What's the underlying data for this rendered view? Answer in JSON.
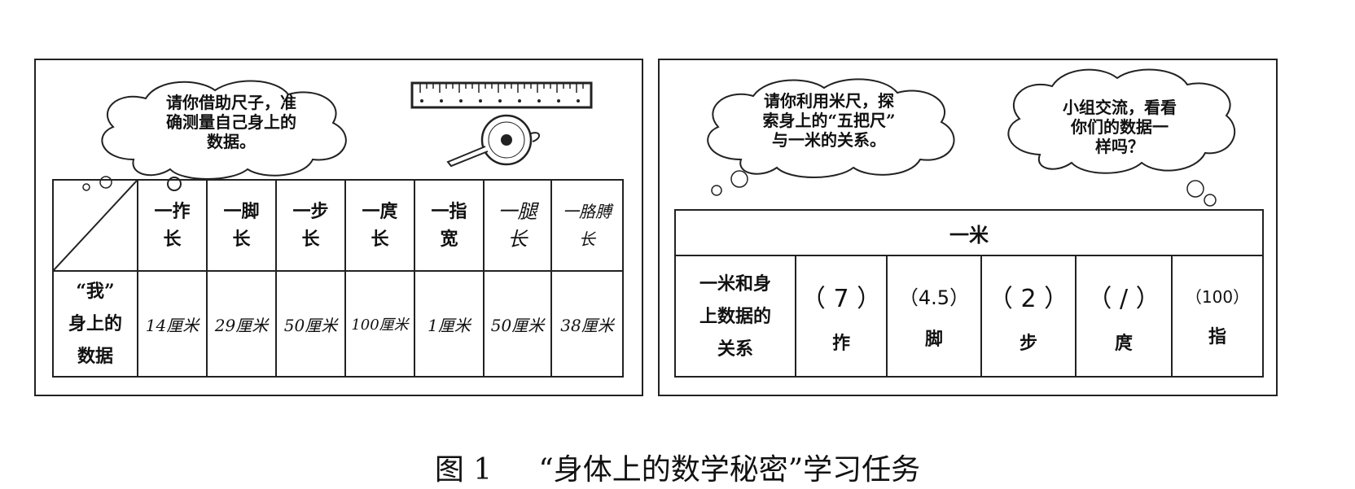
{
  "left_panel": {
    "speech": [
      "请你借助尺子，准",
      "确测量自己身上的",
      "数据。"
    ],
    "headers": [
      [
        "一拃",
        "长"
      ],
      [
        "一脚",
        "长"
      ],
      [
        "一步",
        "长"
      ],
      [
        "一庹",
        "长"
      ],
      [
        "一指",
        "宽"
      ],
      [
        "一腿",
        "长"
      ],
      [
        "一胳膊",
        "长"
      ]
    ],
    "row_label": [
      "“我”",
      "身上的",
      "数据"
    ],
    "values": [
      "14厘米",
      "29厘米",
      "50厘米",
      "100厘米",
      "1厘米",
      "50厘米",
      "38厘米"
    ]
  },
  "right_panel": {
    "speech_1": [
      "请你利用米尺，探",
      "索身上的“五把尺”",
      "与一米的关系。"
    ],
    "speech_2": [
      "小组交流，看看",
      "你们的数据一",
      "样吗？"
    ],
    "top_header": "一米",
    "row_label": [
      "一米和身",
      "上数据的",
      "关系"
    ],
    "cells": [
      {
        "value": "（ 7 ）",
        "unit": "拃"
      },
      {
        "value": "（4.5）",
        "unit": "脚"
      },
      {
        "value": "（ 2 ）",
        "unit": "步"
      },
      {
        "value": "（ / ）",
        "unit": "庹"
      },
      {
        "value": "（100）",
        "unit": "指"
      }
    ]
  },
  "caption": "图 1     “身体上的数学秘密”学习任务"
}
